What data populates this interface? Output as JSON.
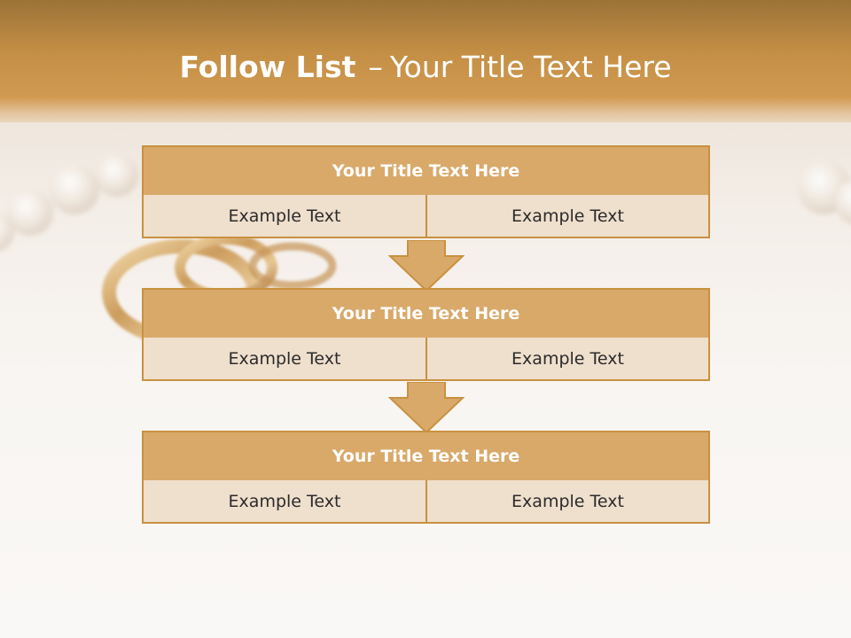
{
  "slide": {
    "title_bold": "Follow List",
    "title_separator": "–",
    "title_rest": "Your Title Text Here"
  },
  "blocks": [
    {
      "title": "Your Title Text Here",
      "left_text": "Example Text",
      "right_text": "Example Text"
    },
    {
      "title": "Your Title Text Here",
      "left_text": "Example Text",
      "right_text": "Example Text"
    },
    {
      "title": "Your Title Text Here",
      "left_text": "Example Text",
      "right_text": "Example Text"
    }
  ],
  "colors": {
    "header_band": "#c48f45",
    "block_title_fill": "#d9a96a",
    "cell_fill": "#efdfcd",
    "border": "#c9913f",
    "arrow_fill": "#d9a96a"
  },
  "icons": {
    "arrows": "down-arrow-icon",
    "background": "wedding-rings-and-pearls-photo"
  }
}
